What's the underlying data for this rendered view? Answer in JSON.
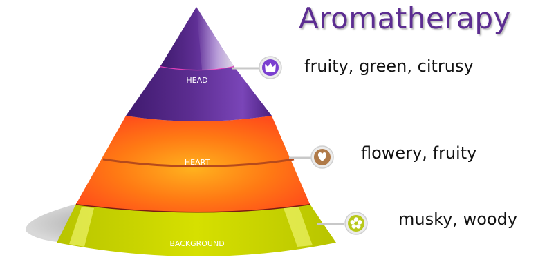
{
  "title": "Aromatherapy",
  "layers": [
    {
      "label": "HEAD",
      "notes": "fruity, green, citrusy",
      "icon": "crown-icon",
      "color": "#5c2d91"
    },
    {
      "label": "HEART",
      "notes": "flowery, fruity",
      "icon": "heart-icon",
      "color": "#ff6a1a"
    },
    {
      "label": "BACKGROUND",
      "notes": "musky, woody",
      "icon": "flower-icon",
      "color": "#c8d400"
    }
  ]
}
